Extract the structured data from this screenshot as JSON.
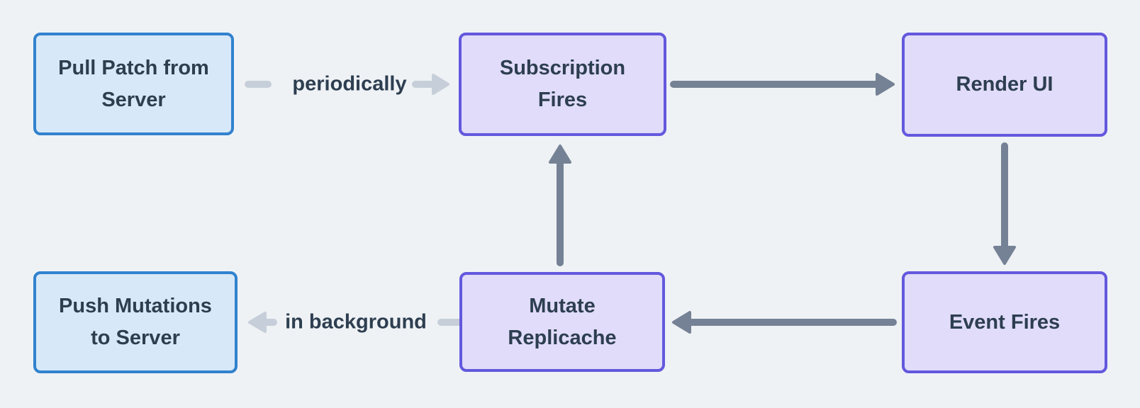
{
  "colors": {
    "background": "#eff2f5",
    "blue_border": "#3182ce",
    "blue_fill": "#d7e8f8",
    "purple_border": "#6358dd",
    "purple_fill": "#e0dcf9",
    "arrow_dark": "#758295",
    "arrow_light": "#c6cfd9",
    "text": "#2d3e50"
  },
  "nodes": {
    "pull_patch": {
      "label": "Pull Patch from\nServer"
    },
    "subscription_fires": {
      "label": "Subscription\nFires"
    },
    "render_ui": {
      "label": "Render UI"
    },
    "push_mutations": {
      "label": "Push Mutations\nto Server"
    },
    "mutate_replicache": {
      "label": "Mutate\nReplicache"
    },
    "event_fires": {
      "label": "Event Fires"
    }
  },
  "edges": [
    {
      "from": "pull_patch",
      "to": "subscription_fires",
      "label": "periodically",
      "style": "light"
    },
    {
      "from": "subscription_fires",
      "to": "render_ui",
      "label": "",
      "style": "dark"
    },
    {
      "from": "render_ui",
      "to": "event_fires",
      "label": "",
      "style": "dark"
    },
    {
      "from": "event_fires",
      "to": "mutate_replicache",
      "label": "",
      "style": "dark"
    },
    {
      "from": "mutate_replicache",
      "to": "subscription_fires",
      "label": "",
      "style": "dark"
    },
    {
      "from": "mutate_replicache",
      "to": "push_mutations",
      "label": "in background",
      "style": "light"
    }
  ]
}
